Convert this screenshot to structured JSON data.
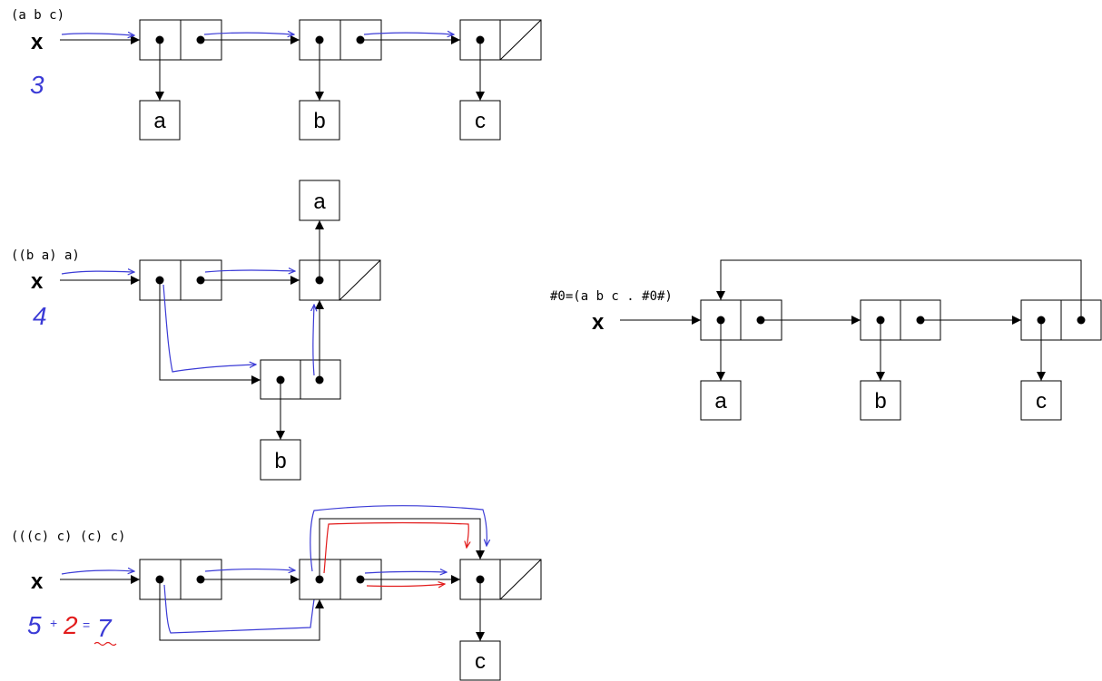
{
  "diagrams": {
    "d1": {
      "expression": "(a b c)",
      "var": "x",
      "count": "3",
      "symbols": [
        "a",
        "b",
        "c"
      ]
    },
    "d2": {
      "expression": "((b a) a)",
      "var": "x",
      "count": "4",
      "symbols": [
        "a",
        "b"
      ]
    },
    "d3": {
      "expression": "(((c) c) (c) c)",
      "var": "x",
      "count_parts": [
        "5",
        "+",
        "2",
        "=",
        "7"
      ],
      "symbols": [
        "c"
      ]
    },
    "d4": {
      "expression": "#0=(a b c . #0#)",
      "var": "x",
      "symbols": [
        "a",
        "b",
        "c"
      ]
    }
  },
  "colors": {
    "ink": "#000000",
    "annotation_blue": "#3b3bd6",
    "annotation_red": "#e21b1b"
  }
}
